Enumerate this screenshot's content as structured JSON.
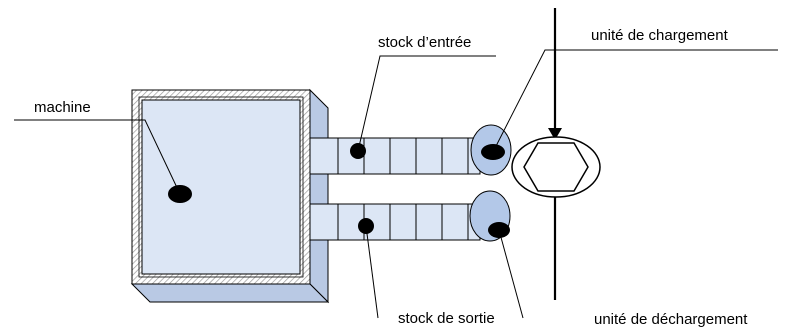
{
  "labels": {
    "machine": "machine",
    "input_stock": "stock d’entrée",
    "output_stock": "stock de sortie",
    "loading_unit": "unité de chargement",
    "unloading_unit": "unité de déchargement"
  },
  "colors": {
    "machine_fill": "#dce6f5",
    "machine_side": "#b9c9e4",
    "unit_fill": "#b3c8e8",
    "line": "#000000",
    "hatch": "#888888"
  }
}
